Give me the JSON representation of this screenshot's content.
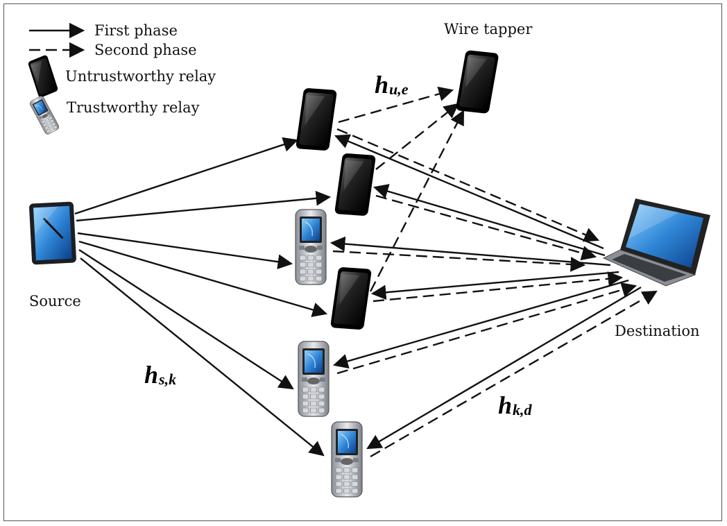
{
  "legend": {
    "first_phase": "First phase",
    "second_phase": "Second phase",
    "untrustworthy": "Untrustworthy relay",
    "trustworthy": "Trustworthy relay"
  },
  "nodes": {
    "source": "Source",
    "wiretapper": "Wire tapper",
    "destination": "Destination"
  },
  "channels": {
    "h_ue": {
      "base": "h",
      "sub": "u,e"
    },
    "h_sk": {
      "base": "h",
      "sub": "s,k"
    },
    "h_kd": {
      "base": "h",
      "sub": "k,d"
    }
  },
  "colors": {
    "line": "#111111",
    "screen_blue": "#2f86d6",
    "phone_dark": "#1a1a1a",
    "phone_silver": "#b8bcc2"
  }
}
